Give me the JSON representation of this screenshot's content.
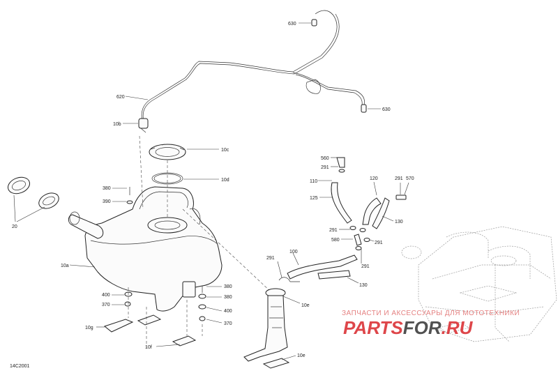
{
  "diagram_id": "14C2001",
  "labels": {
    "p630a": "630",
    "p630b": "630",
    "p620": "620",
    "p10b": "10b",
    "p10c": "10c",
    "p10d": "10d",
    "p380a": "380",
    "p390": "390",
    "p20": "20",
    "p10a": "10a",
    "p400a": "400",
    "p370a": "370",
    "p380b": "380",
    "p380c": "380",
    "p400b": "400",
    "p370b": "370",
    "p10g": "10g",
    "p10f": "10f",
    "p560": "560",
    "p291a": "291",
    "p110": "110",
    "p125": "125",
    "p120": "120",
    "p291b": "291",
    "p570": "570",
    "p130a": "130",
    "p291c": "291",
    "p580": "580",
    "p291d": "291",
    "p100": "100",
    "p291e": "291",
    "p291f": "291",
    "p130b": "130",
    "p10e_pump": "10e",
    "p10e_pad": "10e"
  },
  "watermark": {
    "line1": "ЗАПЧАСТИ И АКСЕССУАРЫ ДЛЯ МОТОТЕХНИКИ",
    "brand_a": "PARTS",
    "brand_b": "FOR",
    "brand_c": ".RU",
    "color_red": "#d9262b",
    "color_dark": "#333333"
  }
}
